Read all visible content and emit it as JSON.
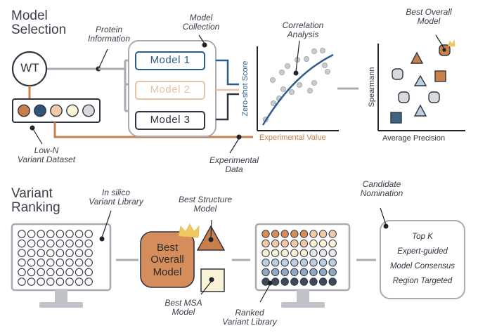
{
  "sections": {
    "model_selection": {
      "line1": "Model",
      "line2": "Selection"
    },
    "variant_ranking": {
      "line1": "Variant",
      "line2": "Ranking"
    }
  },
  "labels": {
    "wt": "WT",
    "protein_information": [
      "Protein",
      "Information"
    ],
    "model_collection": [
      "Model",
      "Collection"
    ],
    "low_n_dataset": [
      "Low-N",
      "Variant Dataset"
    ],
    "experimental_data": [
      "Experimental",
      "Data"
    ],
    "correlation_analysis": [
      "Correlation",
      "Analysis"
    ],
    "best_overall_model_top": [
      "Best Overall",
      "Model"
    ],
    "in_silico_library": [
      "In silico",
      "Variant Library"
    ],
    "best_structure_model": [
      "Best Structure",
      "Model"
    ],
    "best_msa_model": [
      "Best MSA",
      "Model"
    ],
    "best_overall_model_box": [
      "Best",
      "Overall",
      "Model"
    ],
    "ranked_library": [
      "Ranked",
      "Variant Library"
    ],
    "candidate_nomination": [
      "Candidate",
      "Nomination"
    ]
  },
  "models": [
    "Model 1",
    "Model 2",
    "Model 3"
  ],
  "scatter_axes": {
    "y": "Zero-shot Score",
    "x": "Experimental Value"
  },
  "spearman_axes": {
    "y": "Spearmann",
    "x": "Average Precision"
  },
  "candidate_strategies": [
    "Top K",
    "Expert-guided",
    "Model Consensus",
    "Region Targeted"
  ],
  "colors": {
    "orange": "#c97f4a",
    "light_orange": "#e8c3a4",
    "navy": "#2f5377",
    "blue": "#2d5c8c",
    "gray": "#a8acb2",
    "dark": "#2f3540",
    "light_gray_fill": "#d8dadd",
    "peach": "#f2c9a6",
    "cream": "#fbf3d6",
    "light_blue": "#bcd0e1",
    "slate": "#6b7f96",
    "dark_slate": "#3d4a5a",
    "crown": "#f0c85e"
  },
  "variant_dots": [
    "#c97f4a",
    "#2f5377",
    "#f2c9a6",
    "#fbf3d6",
    "#d8dadd"
  ],
  "ranked_row_colors": [
    "#d58d5b",
    "#f2c9a6",
    "#fbf3d6",
    "#bcd0e1",
    "#8ea9c4",
    "#3d4a5a"
  ]
}
